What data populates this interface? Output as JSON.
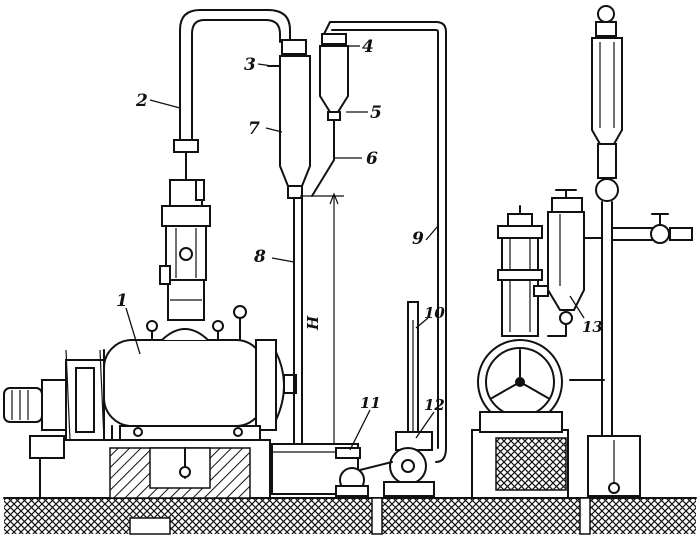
{
  "labels": {
    "l1": "1",
    "l2": "2",
    "l3": "3",
    "l4": "4",
    "l5": "5",
    "l6": "6",
    "l7": "7",
    "l8": "8",
    "l9": "9",
    "l10": "10",
    "l11": "11",
    "l12": "12",
    "l13": "13",
    "h": "H"
  }
}
